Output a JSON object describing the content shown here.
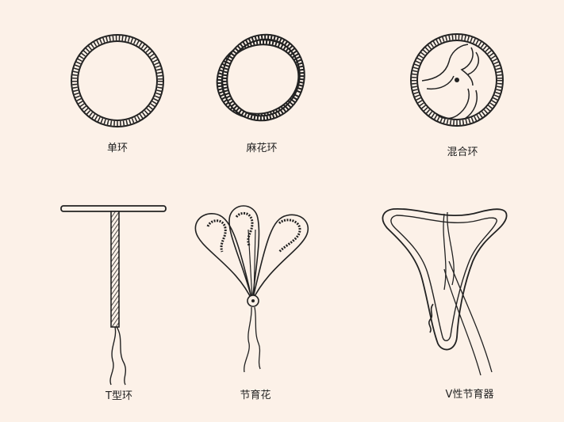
{
  "figure": {
    "background_color": "#fcf1e8",
    "line_color": "#222222",
    "items": [
      {
        "id": "single-ring",
        "label": "单环",
        "icon": "single-ring-icon"
      },
      {
        "id": "twisted-ring",
        "label": "麻花环",
        "icon": "twisted-ring-icon"
      },
      {
        "id": "mixed-ring",
        "label": "混合环",
        "icon": "mixed-ring-icon"
      },
      {
        "id": "t-ring",
        "label": "T型环",
        "icon": "t-shaped-iud-icon"
      },
      {
        "id": "flower-iud",
        "label": "节育花",
        "icon": "flower-iud-icon"
      },
      {
        "id": "v-iud",
        "label": "V性节育器",
        "icon": "v-shaped-iud-icon"
      }
    ]
  }
}
